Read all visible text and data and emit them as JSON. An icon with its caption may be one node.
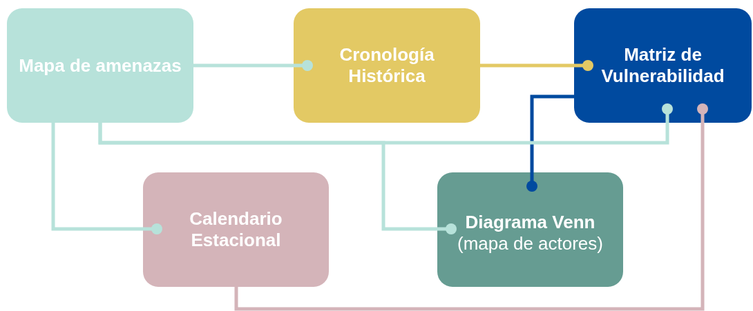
{
  "diagram": {
    "nodes": [
      {
        "text": [
          "Mapa de amenazas"
        ]
      },
      {
        "text": [
          "Cronología Histórica"
        ]
      },
      {
        "text": [
          "Matriz de Vulnerabilidad"
        ]
      },
      {
        "text": [
          "Calendario Estacional"
        ]
      },
      {
        "text": [
          "Diagrama Venn",
          "(mapa de actores)"
        ]
      }
    ],
    "edges": [
      {
        "from": 0,
        "to": 1,
        "arrow": "other"
      },
      {
        "from": 1,
        "to": 2,
        "arrow": "other",
        "color": "#e3c964"
      },
      {
        "from": 2,
        "to": 4,
        "arrow": "other",
        "color": "#004a9f"
      },
      {
        "from": 0,
        "to": 2,
        "arrow": "other"
      },
      {
        "from": 0,
        "to": 4,
        "arrow": "other"
      },
      {
        "from": 0,
        "to": 3,
        "arrow": "other"
      },
      {
        "from": 3,
        "to": 2,
        "arrow": "other",
        "color": "#d4b4b9"
      }
    ]
  }
}
